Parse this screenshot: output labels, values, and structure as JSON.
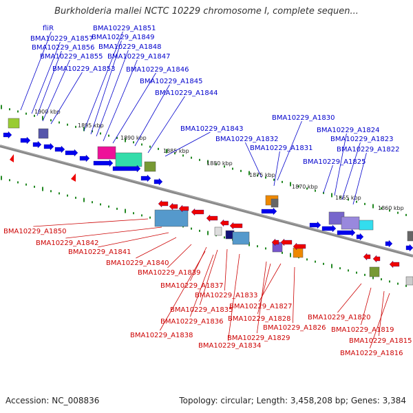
{
  "title": "Burkholderia mallei NCTC 10229 chromosome I, complete sequen...",
  "footer": {
    "accession": "Accession: NC_008836",
    "topology": "Topology: circular; Length: 3,458,208 bp; Genes: 3,384"
  },
  "kbp_ticks": [
    "1900 kbp",
    "1895 kbp",
    "1890 kbp",
    "1885 kbp",
    "1880 kbp",
    "1875 kbp",
    "1870 kbp",
    "1865 kbp",
    "1860 kbp"
  ],
  "top_genes": [
    "fliR",
    "BMA10229_A1857",
    "BMA10229_A1856",
    "BMA10229_A1855",
    "BMA10229_A1853",
    "BMA10229_A1851",
    "BMA10229_A1849",
    "BMA10229_A1848",
    "BMA10229_A1847",
    "BMA10229_A1846",
    "BMA10229_A1845",
    "BMA10229_A1844",
    "BMA10229_A1843",
    "BMA10229_A1832",
    "BMA10229_A1831",
    "BMA10229_A1830",
    "BMA10229_A1825",
    "BMA10229_A1824",
    "BMA10229_A1823",
    "BMA10229_A1822"
  ],
  "bottom_genes": [
    "BMA10229_A1850",
    "BMA10229_A1842",
    "BMA10229_A1841",
    "BMA10229_A1840",
    "BMA10229_A1839",
    "BMA10229_A1837",
    "BMA10229_A1833",
    "BMA10229_A1835",
    "BMA10229_A1827",
    "BMA10229_A1836",
    "BMA10229_A1828",
    "BMA10229_A1826",
    "BMA10229_A1838",
    "BMA10229_A1829",
    "BMA10229_A1834",
    "BMA10229_A1820",
    "BMA10229_A1819",
    "BMA10229_A1815",
    "BMA10229_A1816"
  ],
  "colors": {
    "forward_label": "#0000cc",
    "reverse_label": "#cc0000",
    "forward_gene": "#0000ee",
    "reverse_gene": "#ee0000",
    "tick": "#228822",
    "backbone": "#777777"
  }
}
